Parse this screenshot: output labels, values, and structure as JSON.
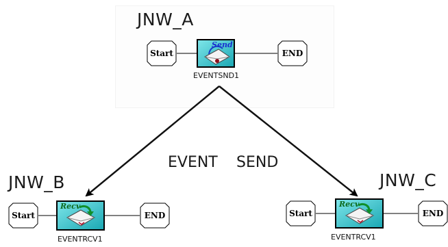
{
  "jobnets": [
    {
      "name": "JNW_A",
      "start": "Start",
      "end": "END",
      "job_caption": "EVENTSND1",
      "job_word": "Send"
    },
    {
      "name": "JNW_B",
      "start": "Start",
      "end": "END",
      "job_caption": "EVENTRCV1",
      "job_word": "Recv"
    },
    {
      "name": "JNW_C",
      "start": "Start",
      "end": "END",
      "job_caption": "EVENTRCV1",
      "job_word": "Recv"
    }
  ],
  "arrow_label_left": "EVENT",
  "arrow_label_right": "SEND"
}
